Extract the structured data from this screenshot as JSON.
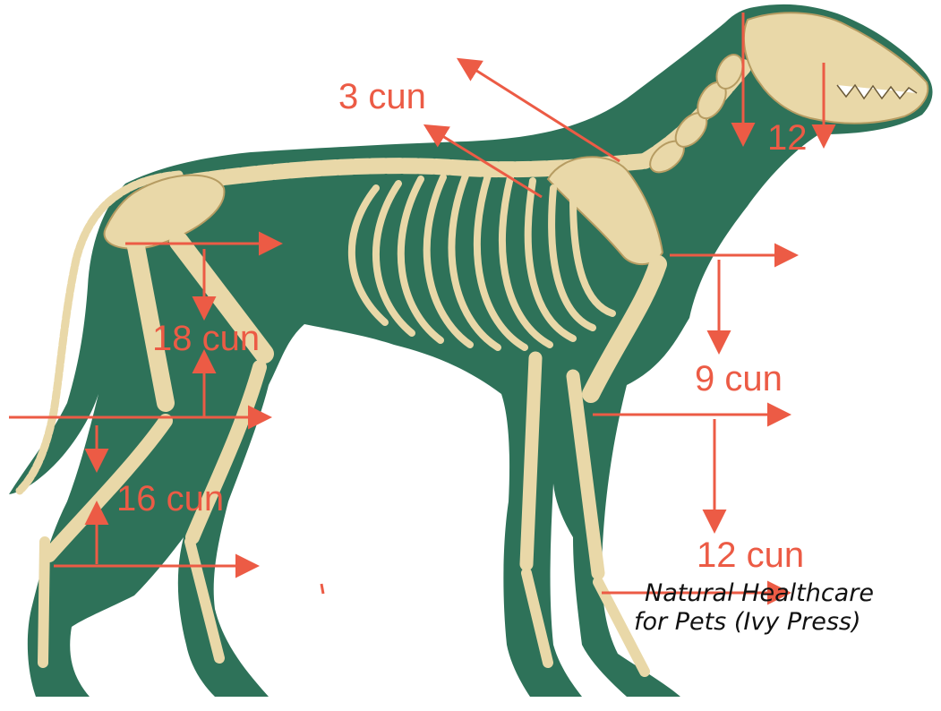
{
  "colors": {
    "body": "#2e7259",
    "bone": "#e9d8a8",
    "bone_shade": "#b69c62",
    "arrow": "#ec5b45"
  },
  "labels": {
    "back": "3 cun",
    "neck": "12",
    "hind_upper": "18 cun",
    "fore_upper": "9 cun",
    "hind_lower": "16 cun",
    "fore_lower": "12 cun"
  },
  "credit": {
    "line1": "Natural Healthcare",
    "line2": "for Pets (Ivy Press)"
  }
}
